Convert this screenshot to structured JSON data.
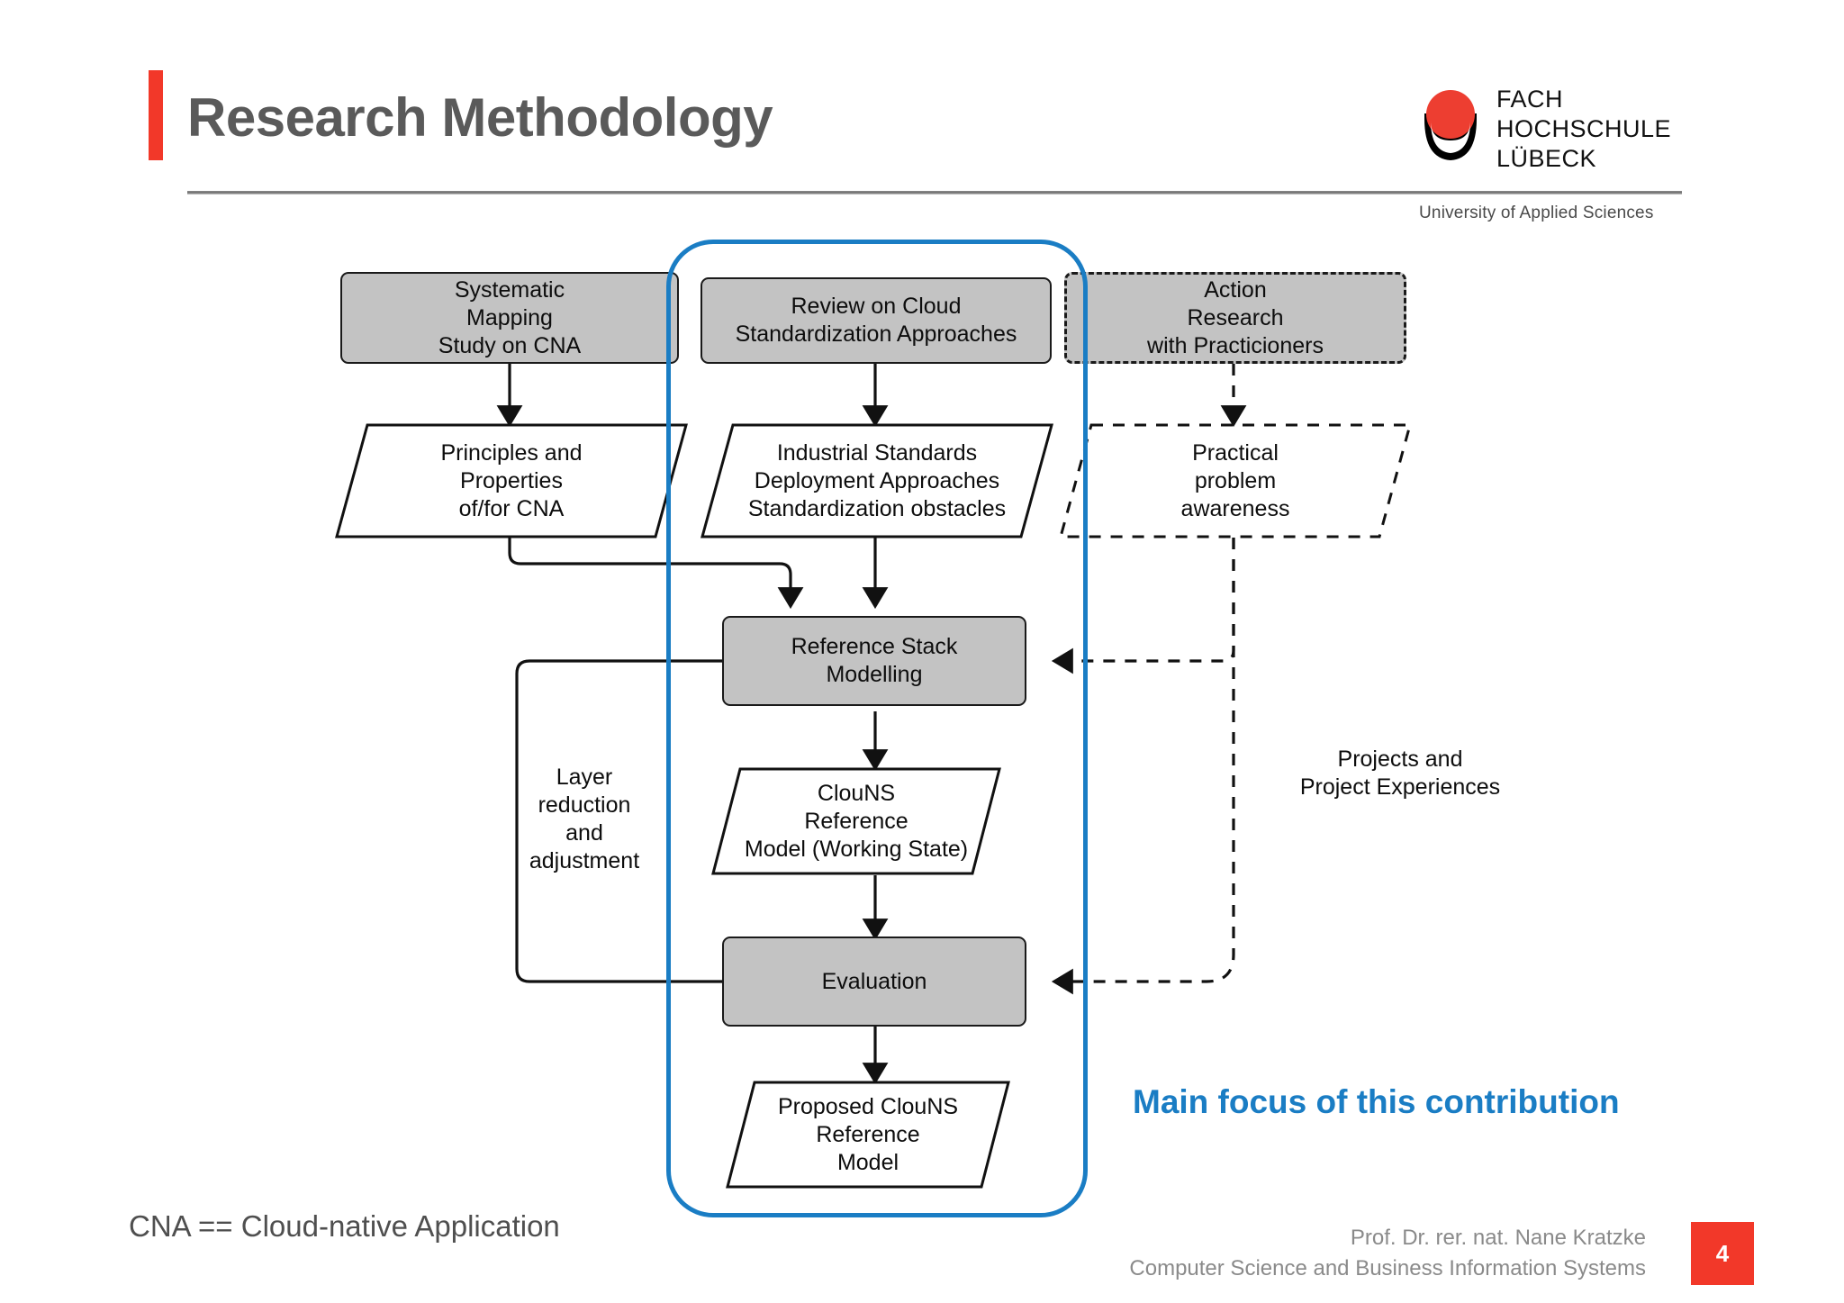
{
  "header": {
    "title": "Research Methodology",
    "logo": {
      "line1": "FACH",
      "line2": "HOCHSCHULE",
      "line3": "LÜBECK",
      "subtitle": "University of Applied Sciences",
      "mark_name": "fh-luebeck-logo",
      "red": "#ED3E31",
      "accent_bar": "#F23829"
    }
  },
  "diagram": {
    "nodes": {
      "systematic_mapping": "Systematic\nMapping\nStudy on CNA",
      "review_cloud": "Review on Cloud\nStandardization Approaches",
      "action_research": "Action\nResearch\nwith Practicioners",
      "principles": "Principles and\nProperties\nof/for CNA",
      "industrial_standards": "Industrial Standards\nDeployment Approaches\nStandardization obstacles",
      "practical_problem": "Practical\nproblem\nawareness",
      "reference_stack": "Reference Stack\nModelling",
      "clouns_working": "ClouNS\nReference\nModel (Working State)",
      "evaluation": "Evaluation",
      "proposed_clouns": "Proposed ClouNS\nReference\nModel"
    },
    "labels": {
      "layer_reduction": "Layer\nreduction\nand\nadjustment",
      "projects": "Projects and\nProject Experiences"
    },
    "focus_text": "Main focus of this contribution",
    "focus_color": "#1A7DC4"
  },
  "footer": {
    "cna_note": "CNA == Cloud-native Application",
    "presenter": "Prof. Dr. rer. nat. Nane Kratzke",
    "department": "Computer Science and Business Information Systems",
    "page_number": "4"
  }
}
